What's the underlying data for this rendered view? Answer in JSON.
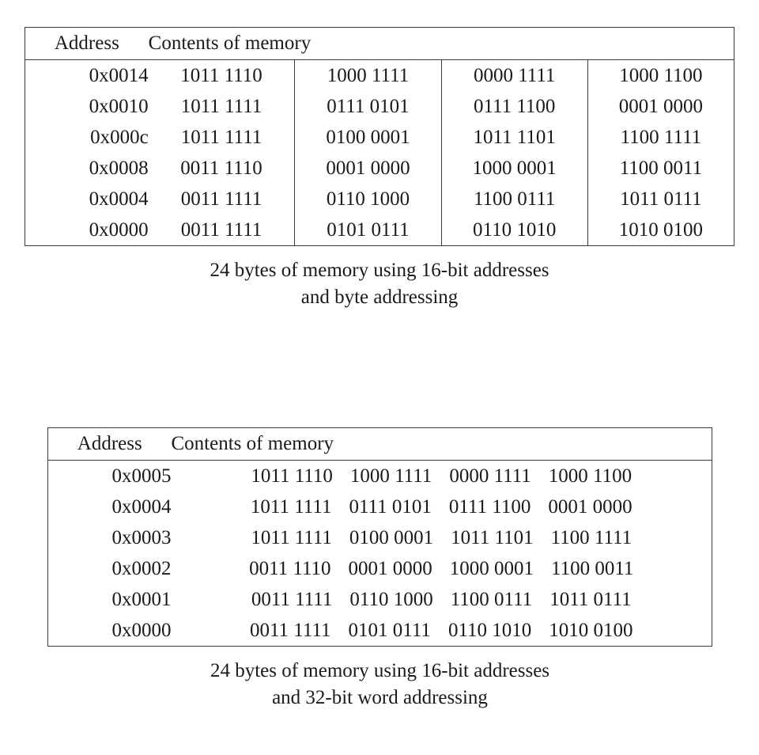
{
  "document": {
    "figures": [
      {
        "id": "byte-addressing",
        "headers": {
          "address": "Address",
          "contents": "Contents of memory"
        },
        "rows": [
          {
            "address": "0x0014",
            "bytes": [
              "1011 1110",
              "1000 1111",
              "0000 1111",
              "1000 1100"
            ]
          },
          {
            "address": "0x0010",
            "bytes": [
              "1011 1111",
              "0111 0101",
              "0111 1100",
              "0001 0000"
            ]
          },
          {
            "address": "0x000c",
            "bytes": [
              "1011 1111",
              "0100 0001",
              "1011 1101",
              "1100 1111"
            ]
          },
          {
            "address": "0x0008",
            "bytes": [
              "0011 1110",
              "0001 0000",
              "1000 0001",
              "1100 0011"
            ]
          },
          {
            "address": "0x0004",
            "bytes": [
              "0011 1111",
              "0110 1000",
              "1100 0111",
              "1011 0111"
            ]
          },
          {
            "address": "0x0000",
            "bytes": [
              "0011 1111",
              "0101 0111",
              "0110 1010",
              "1010 0100"
            ]
          }
        ],
        "caption_line1": "24 bytes of memory using 16-bit addresses",
        "caption_line2": "and byte addressing"
      },
      {
        "id": "word-addressing",
        "headers": {
          "address": "Address",
          "contents": "Contents of memory"
        },
        "rows": [
          {
            "address": "0x0005",
            "bytes": [
              "1011 1110",
              "1000 1111",
              "0000 1111",
              "1000 1100"
            ]
          },
          {
            "address": "0x0004",
            "bytes": [
              "1011 1111",
              "0111 0101",
              "0111 1100",
              "0001 0000"
            ]
          },
          {
            "address": "0x0003",
            "bytes": [
              "1011 1111",
              "0100 0001",
              "1011 1101",
              "1100 1111"
            ]
          },
          {
            "address": "0x0002",
            "bytes": [
              "0011 1110",
              "0001 0000",
              "1000 0001",
              "1100 0011"
            ]
          },
          {
            "address": "0x0001",
            "bytes": [
              "0011 1111",
              "0110 1000",
              "1100 0111",
              "1011 0111"
            ]
          },
          {
            "address": "0x0000",
            "bytes": [
              "0011 1111",
              "0101 0111",
              "0110 1010",
              "1010 0100"
            ]
          }
        ],
        "caption_line1": "24 bytes of memory using 16-bit addresses",
        "caption_line2": "and 32-bit word addressing"
      }
    ],
    "colors": {
      "rule": "#3a3a3a",
      "text": "#1a1a1a",
      "background": "#ffffff"
    }
  }
}
